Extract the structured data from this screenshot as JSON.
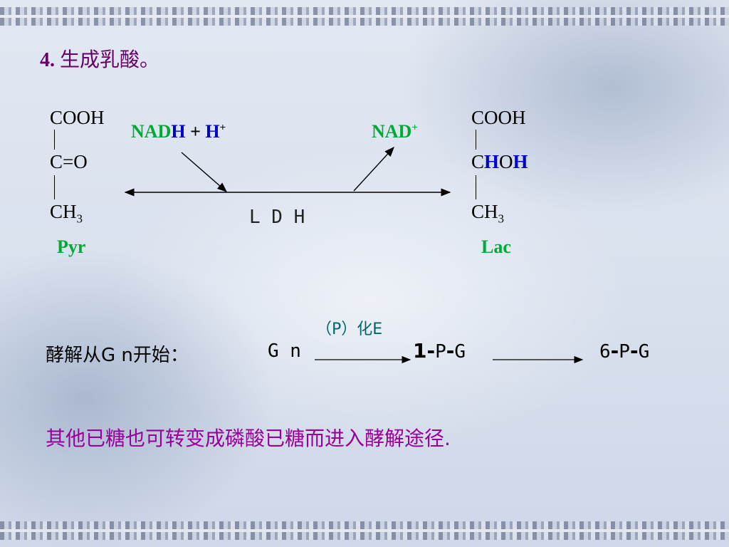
{
  "heading": {
    "number": "4.",
    "text": "生成乳酸。"
  },
  "pyruvate": {
    "top": "COOH",
    "mid": "C=O",
    "bottom_base": "CH",
    "bottom_sub": "3",
    "name": "Pyr"
  },
  "lactate": {
    "top": "COOH",
    "mid_c": "C",
    "mid_h1": "H",
    "mid_o": "O",
    "mid_h2": "H",
    "bottom_base": "CH",
    "bottom_sub": "3",
    "name": "Lac"
  },
  "cofactor_in": {
    "nad": "NAD",
    "h": "H",
    "plus": "+",
    "hplus": "H",
    "hplus_sup": "+"
  },
  "cofactor_out": {
    "nad": "NAD",
    "sup": "+"
  },
  "enzyme": "L D H",
  "glycolysis": {
    "label": "酵解从G n开始：",
    "gn": "G n",
    "enzyme": "（P）化E",
    "p1_num": "1",
    "p1_dash": "-",
    "p1_rest": "P",
    "p1_dash2": "-",
    "p1_g": "G",
    "p6_num": "6",
    "p6_dash": "-",
    "p6_p": "P",
    "p6_dash2": "-",
    "p6_g": "G"
  },
  "footer_text": "其他已糖也可转变成磷酸已糖而进入酵解途径.",
  "colors": {
    "heading": "#660066",
    "green": "#00aa33",
    "blue": "#0000cc",
    "purple": "#990099",
    "teal": "#006666"
  }
}
